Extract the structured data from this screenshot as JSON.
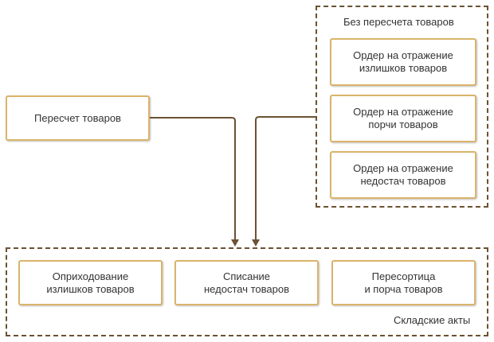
{
  "colors": {
    "box_border": "#d9b46a",
    "connector": "#6b5233",
    "group_border": "#6b5233",
    "text": "#333333"
  },
  "recount_box": {
    "label": "Пересчет товаров"
  },
  "without_recount_group": {
    "title": "Без пересчета товаров",
    "items": [
      {
        "label": "Ордер на отражение\nизлишков товаров"
      },
      {
        "label": "Ордер на отражение\nпорчи товаров"
      },
      {
        "label": "Ордер на отражение\nнедостач товаров"
      }
    ]
  },
  "warehouse_acts_group": {
    "title": "Складские акты",
    "items": [
      {
        "label": "Оприходование\nизлишков товаров"
      },
      {
        "label": "Списание\nнедостач товаров"
      },
      {
        "label": "Пересортица\nи порча товаров"
      }
    ]
  }
}
